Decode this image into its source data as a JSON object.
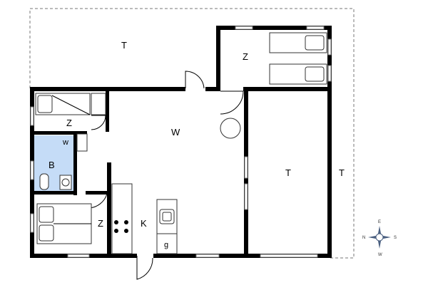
{
  "rooms": {
    "terrace_north": "T",
    "bedroom_top": "Z",
    "bedroom_small": "Z",
    "living": "W",
    "wc": "w",
    "bathroom": "B",
    "terrace_east_inner": "T",
    "terrace_east_outer": "T",
    "bedroom_bottom": "Z",
    "kitchen": "K",
    "storage": "g"
  },
  "compass": {
    "n": "N",
    "e": "E",
    "s": "S",
    "w": "W"
  },
  "colors": {
    "bathroom_fill": "#c5dcf7",
    "wall": "#000000"
  }
}
